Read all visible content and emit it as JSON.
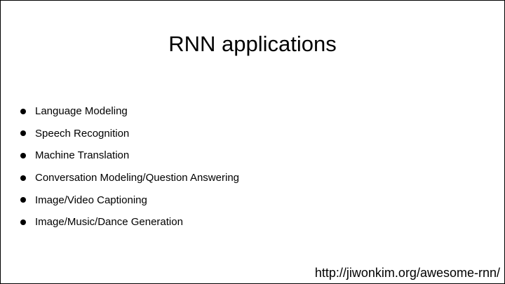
{
  "slide": {
    "title": "RNN applications",
    "bullets": [
      "Language Modeling",
      "Speech Recognition",
      "Machine Translation",
      "Conversation Modeling/Question Answering",
      "Image/Video Captioning",
      "Image/Music/Dance Generation"
    ],
    "source": "http://jiwonkim.org/awesome-rnn/"
  }
}
